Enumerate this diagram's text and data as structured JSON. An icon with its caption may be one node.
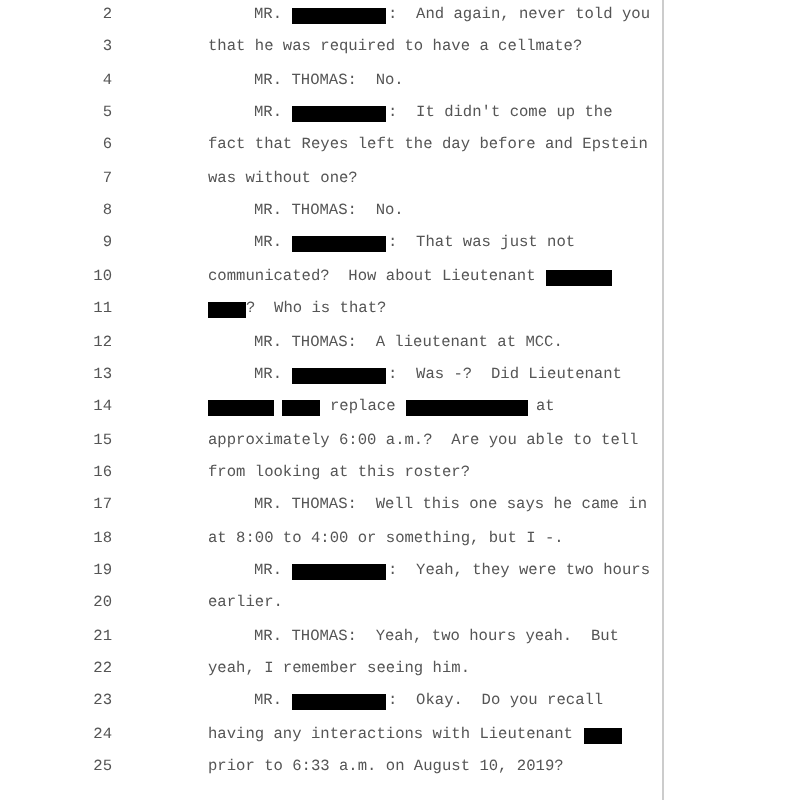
{
  "diagram": {
    "labels": [
      "2",
      "MR.",
      ":  And again, never told you",
      "3",
      "that he was required to have a cellmate?",
      "4",
      "MR. THOMAS:  No.",
      "5",
      "MR.",
      ":  It didn't come up the",
      "6",
      "fact that Reyes left the day before and Epstein",
      "7",
      "was without one?",
      "8",
      "MR. THOMAS:  No.",
      "9",
      "MR.",
      ":  That was just not",
      "10",
      "communicated?  How about Lieutenant",
      "11",
      "?  Who is that?",
      "12",
      "MR. THOMAS:  A lieutenant at MCC.",
      "13",
      "MR.",
      ":  Was -?  Did Lieutenant",
      "14",
      "replace",
      "at",
      "15",
      "approximately 6:00 a.m.?  Are you able to tell",
      "16",
      "from looking at this roster?",
      "17",
      "MR. THOMAS:  Well this one says he came in",
      "18",
      "at 8:00 to 4:00 or something, but I -.",
      "19",
      "MR.",
      ":  Yeah, they were two hours",
      "20",
      "earlier.",
      "21",
      "MR. THOMAS:  Yeah, two hours yeah.  But",
      "22",
      "yeah, I remember seeing him.",
      "23",
      "MR.",
      ":  Okay.  Do you recall",
      "24",
      "having any interactions with Lieutenant",
      "25",
      "prior to 6:33 a.m. on August 10, 2019?"
    ]
  }
}
